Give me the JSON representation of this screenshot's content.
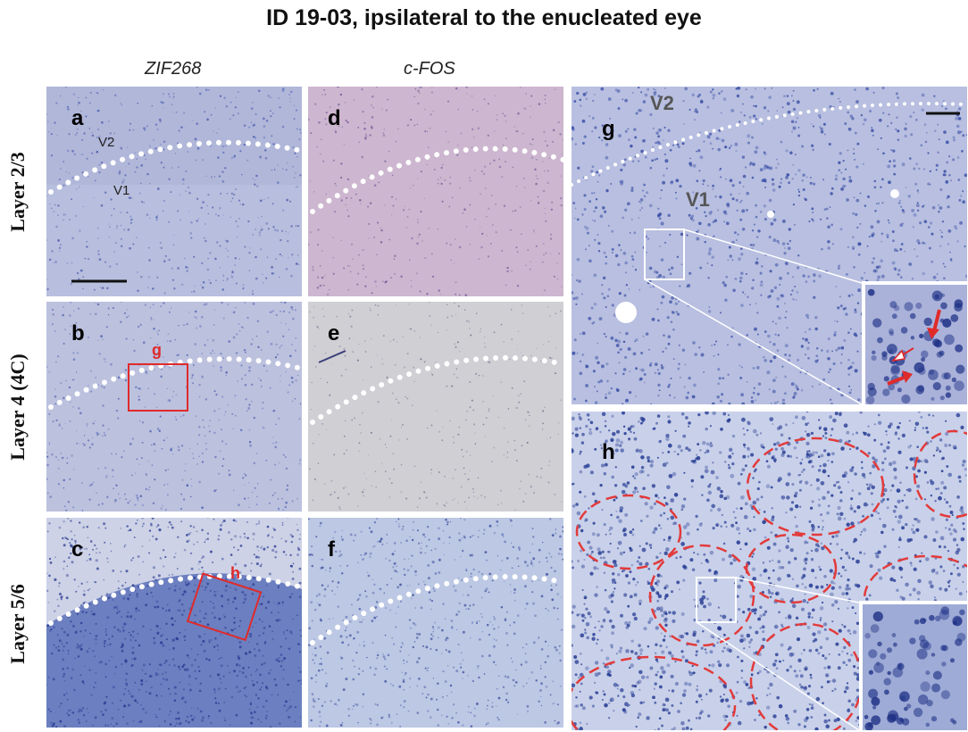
{
  "title": "ID 19-03, ipsilateral to the enucleated eye",
  "columns": [
    "ZIF268",
    "c-FOS"
  ],
  "rows": [
    "Layer 2/3",
    "Layer 4 (4C)",
    "Layer 5/6"
  ],
  "panels": {
    "a": {
      "label": "a",
      "regions": [
        "V2",
        "V1"
      ]
    },
    "b": {
      "label": "b",
      "inset_tag": "g"
    },
    "c": {
      "label": "c",
      "inset_tag": "h"
    },
    "d": {
      "label": "d"
    },
    "e": {
      "label": "e"
    },
    "f": {
      "label": "f"
    },
    "g": {
      "label": "g",
      "regions": [
        "V2",
        "V1"
      ]
    },
    "h": {
      "label": "h"
    }
  },
  "colors": {
    "stain_blue": "#3a4fa8",
    "zif_background": "#b6bcdc",
    "cfos_d_background": "#cdb6cf",
    "cfos_e_background": "#cfcfd4",
    "cfos_f_background": "#bcc8e4",
    "annotation_red": "#e02a2a",
    "boundary_white": "#ffffff"
  }
}
